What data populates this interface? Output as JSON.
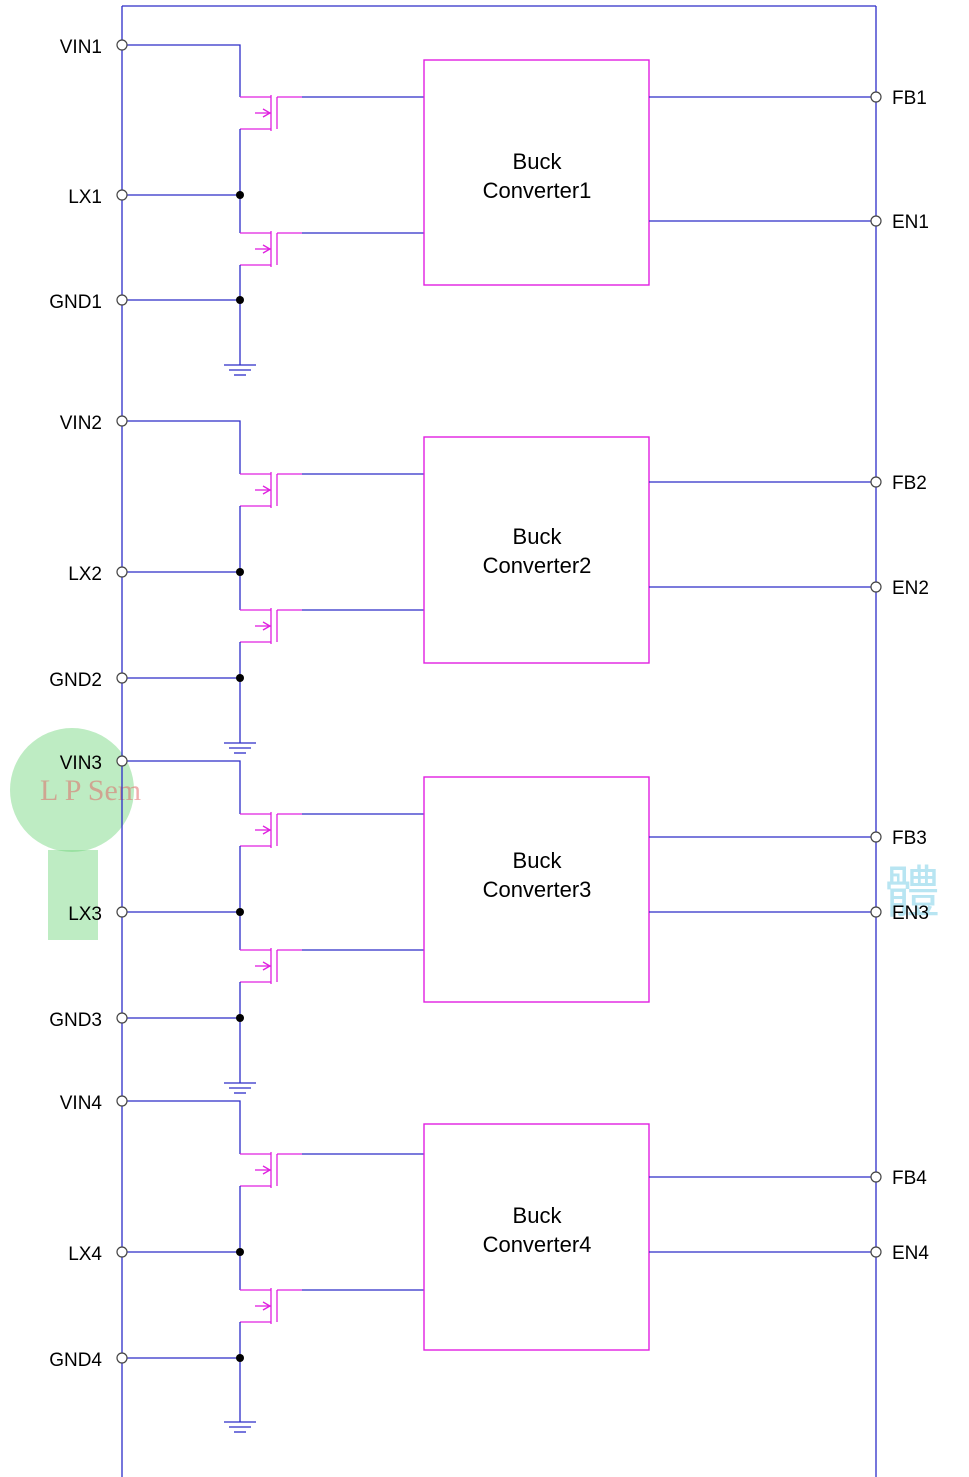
{
  "watermark": {
    "logo_text": "L P Sem",
    "char": "體"
  },
  "colors": {
    "wire": "#2c2cc8",
    "mosfet": "#e020e0",
    "block_border": "#e020e0",
    "junction": "#000000"
  },
  "channels": [
    {
      "block_line1": "Buck",
      "block_line2": "Converter1",
      "left_pins": [
        "VIN1",
        "LX1",
        "GND1"
      ],
      "right_pins": [
        "FB1",
        "EN1"
      ]
    },
    {
      "block_line1": "Buck",
      "block_line2": "Converter2",
      "left_pins": [
        "VIN2",
        "LX2",
        "GND2"
      ],
      "right_pins": [
        "FB2",
        "EN2"
      ]
    },
    {
      "block_line1": "Buck",
      "block_line2": "Converter3",
      "left_pins": [
        "VIN3",
        "LX3",
        "GND3"
      ],
      "right_pins": [
        "FB3",
        "EN3"
      ]
    },
    {
      "block_line1": "Buck",
      "block_line2": "Converter4",
      "left_pins": [
        "VIN4",
        "LX4",
        "GND4"
      ],
      "right_pins": [
        "FB4",
        "EN4"
      ]
    }
  ]
}
